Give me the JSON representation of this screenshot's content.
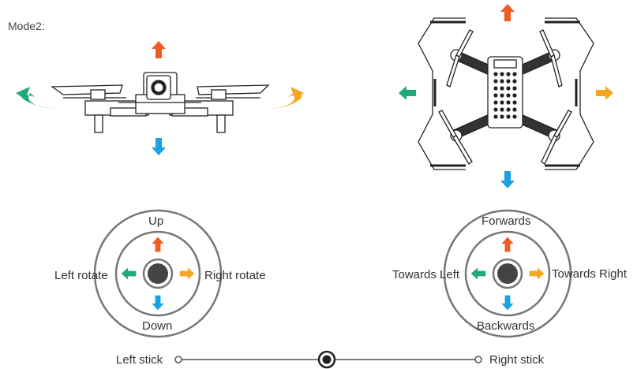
{
  "mode_label": "Mode2:",
  "left_joystick": {
    "up": "Up",
    "down": "Down",
    "left": "Left rotate",
    "right": "Right rotate"
  },
  "right_joystick": {
    "up": "Forwards",
    "down": "Backwards",
    "left": "Towards Left",
    "right": "Towards Right"
  },
  "stick_labels": {
    "left": "Left stick",
    "right": "Right stick"
  },
  "colors": {
    "up": "#f15a22",
    "down": "#1aa3e0",
    "left": "#21a979",
    "right": "#f5a623",
    "line": "#555555"
  }
}
